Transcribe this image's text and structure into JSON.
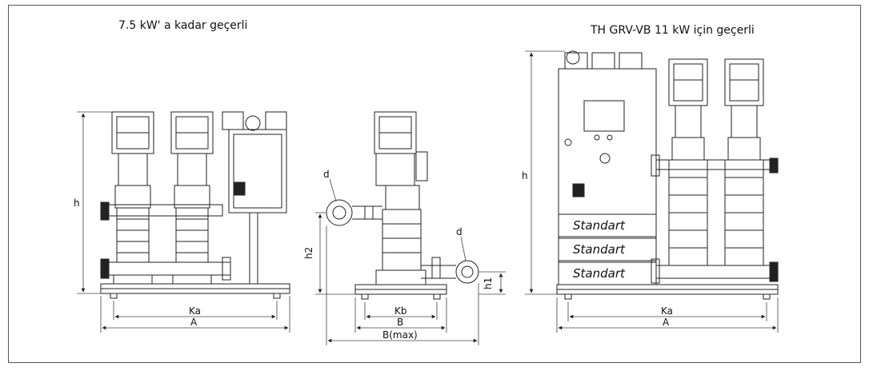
{
  "captions": {
    "left": "7.5 kW' a kadar geçerli",
    "right": "TH GRV-VB 11 kW için geçerli"
  },
  "dims": {
    "left_h": "h",
    "left_ka": "Ka",
    "left_a": "A",
    "mid_d1": "d",
    "mid_d2": "d",
    "mid_h2": "h2",
    "mid_h1": "h1",
    "mid_kb": "Kb",
    "mid_b": "B",
    "mid_bmax": "B(max)",
    "right_h": "h",
    "right_ka": "Ka",
    "right_a": "A"
  },
  "brand": {
    "logo": "Standart"
  },
  "colors": {
    "line": "#222222",
    "background": "#ffffff"
  }
}
